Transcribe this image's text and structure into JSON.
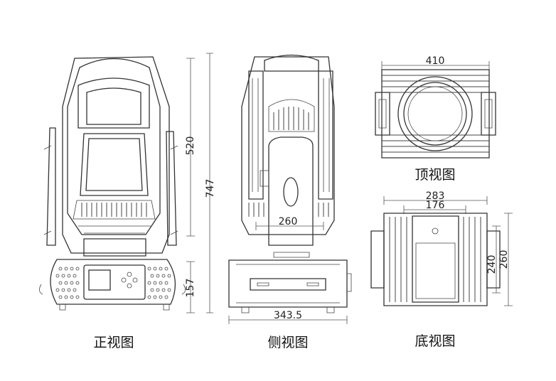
{
  "views": {
    "front": {
      "caption": "正视图",
      "dims": {
        "upper_height": "520",
        "total_height": "747",
        "base_height": "157"
      }
    },
    "side": {
      "caption": "侧视图",
      "dims": {
        "head_width": "260",
        "base_width": "343.5"
      }
    },
    "top": {
      "caption": "顶视图",
      "dims": {
        "width": "410"
      }
    },
    "bottom": {
      "caption": "底视图",
      "dims": {
        "outer_width": "283",
        "hole_spacing_x": "176",
        "outer_depth": "260",
        "hole_spacing_y": "240"
      }
    }
  }
}
